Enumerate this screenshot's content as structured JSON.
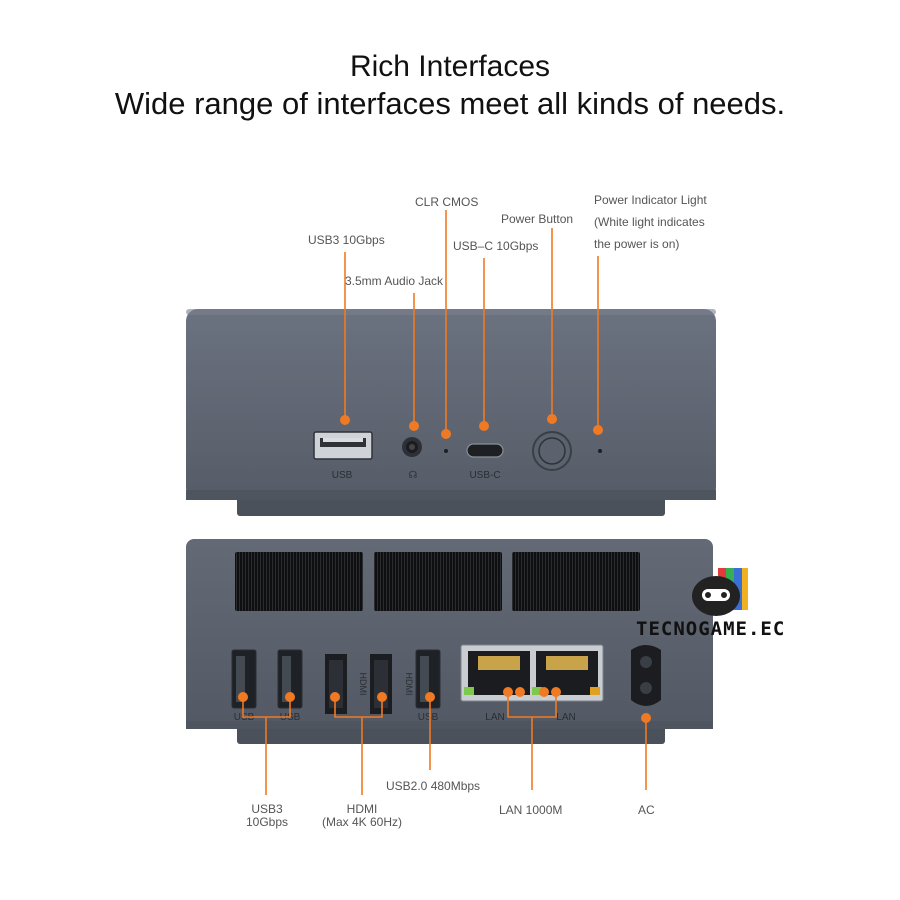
{
  "heading": {
    "title": "Rich Interfaces",
    "subtitle": "Wide range of interfaces meet all kinds of needs."
  },
  "front_callouts": {
    "usb3": "USB3 10Gbps",
    "audio": "3.5mm Audio Jack",
    "clr": "CLR CMOS",
    "usbc": "USB–C 10Gbps",
    "power_button": "Power Button",
    "power_light": [
      "Power Indicator Light",
      "(White light indicates",
      "the power is on)"
    ]
  },
  "front_port_labels": {
    "usb": "USB",
    "usbc": "USB-C"
  },
  "rear_port_labels": {
    "usb_1": "USB",
    "usb_2": "USB",
    "hdmi_1": "HDMI",
    "hdmi_2": "HDMI",
    "usb_3": "USB",
    "lan_1": "LAN",
    "lan_2": "LAN"
  },
  "rear_callouts": {
    "usb3": [
      "USB3",
      "10Gbps"
    ],
    "hdmi": [
      "HDMI",
      "(Max 4K 60Hz)"
    ],
    "usb2": "USB2.0 480Mbps",
    "lan": "LAN 1000M",
    "ac": "AC"
  },
  "watermark": {
    "text": "TECNOGAME.EC"
  },
  "colors": {
    "accent": "#f07a23",
    "chassis": "#5d6470",
    "chassis_dark": "#4a505b",
    "vent": "#121315"
  }
}
